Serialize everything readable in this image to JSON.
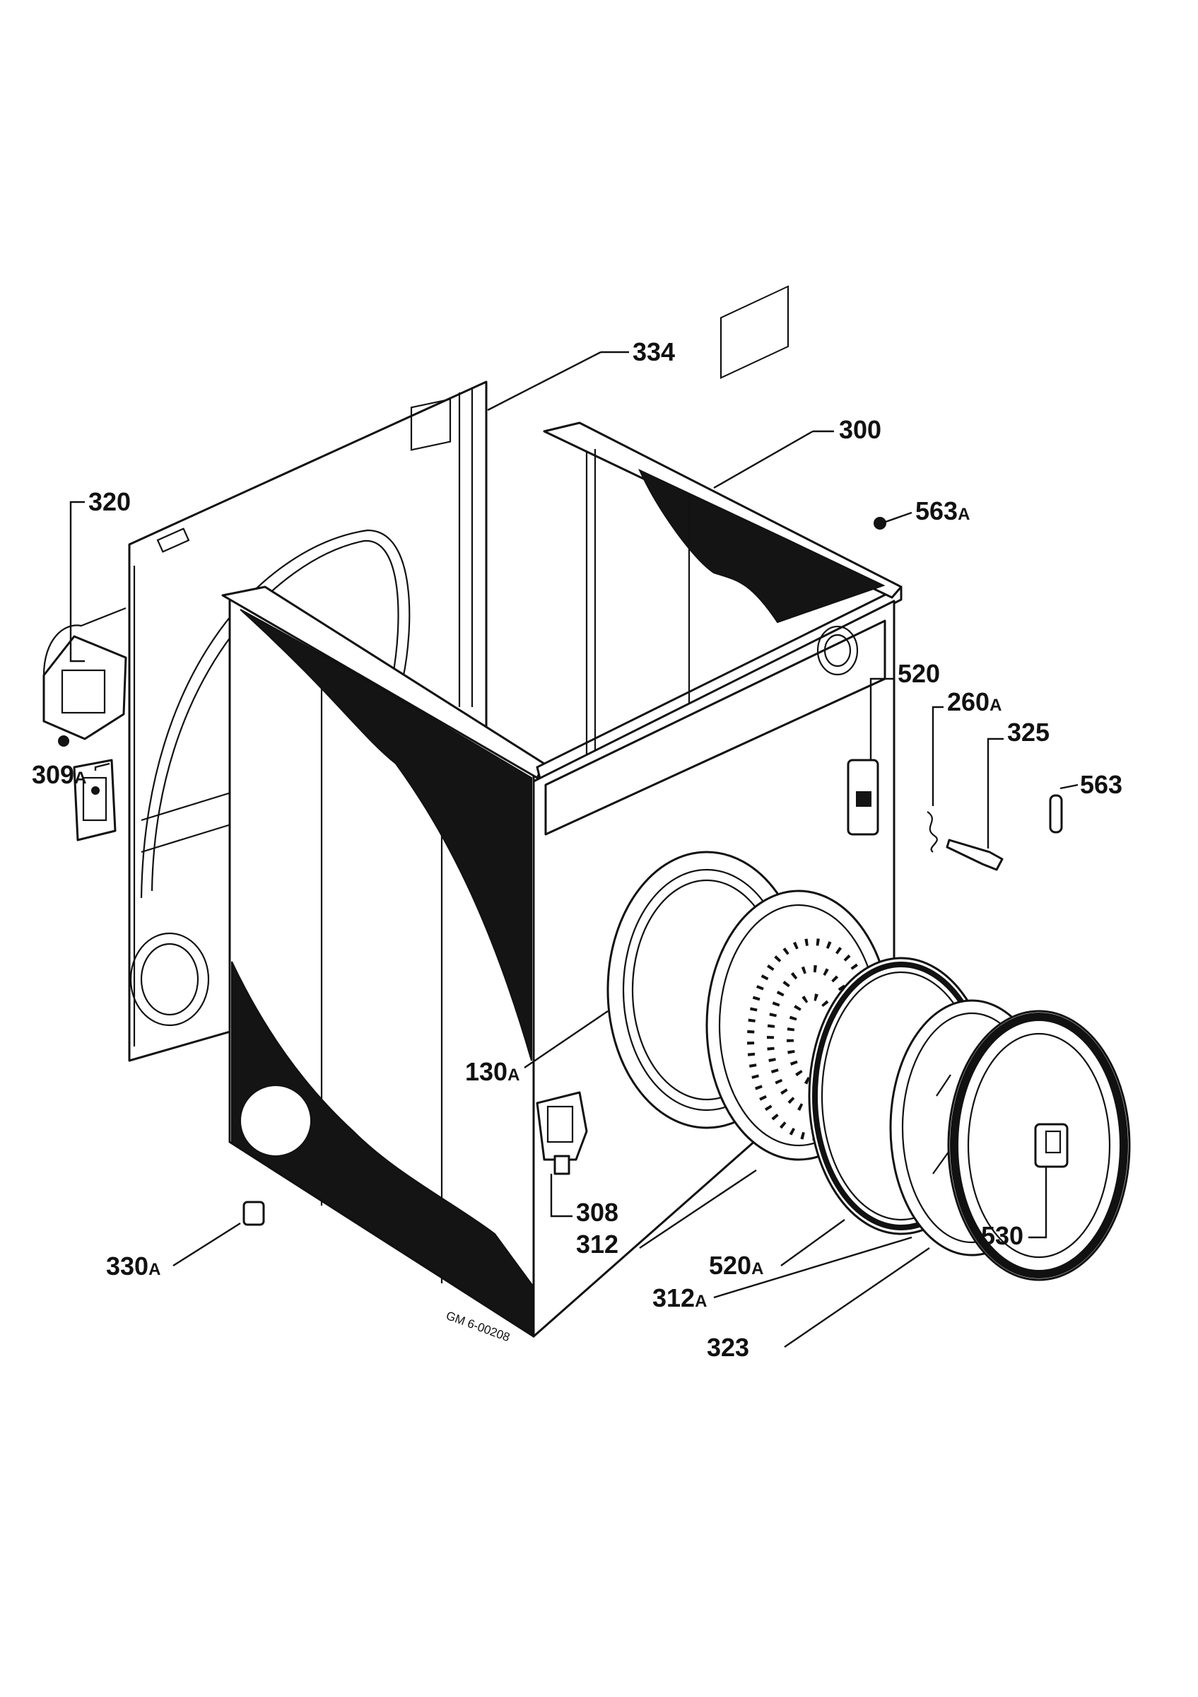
{
  "diagram": {
    "drawing_code": "GM 6-00208",
    "labels": [
      {
        "id": "334",
        "main": "334",
        "suffix": ""
      },
      {
        "id": "300",
        "main": "300",
        "suffix": ""
      },
      {
        "id": "320",
        "main": "320",
        "suffix": ""
      },
      {
        "id": "563A",
        "main": "563",
        "suffix": "A"
      },
      {
        "id": "520",
        "main": "520",
        "suffix": ""
      },
      {
        "id": "260A",
        "main": "260",
        "suffix": "A"
      },
      {
        "id": "325",
        "main": "325",
        "suffix": ""
      },
      {
        "id": "563",
        "main": "563",
        "suffix": ""
      },
      {
        "id": "309A",
        "main": "309",
        "suffix": "A"
      },
      {
        "id": "130A",
        "main": "130",
        "suffix": "A"
      },
      {
        "id": "308",
        "main": "308",
        "suffix": ""
      },
      {
        "id": "312",
        "main": "312",
        "suffix": ""
      },
      {
        "id": "530",
        "main": "530",
        "suffix": ""
      },
      {
        "id": "520A",
        "main": "520",
        "suffix": "A"
      },
      {
        "id": "312A",
        "main": "312",
        "suffix": "A"
      },
      {
        "id": "323",
        "main": "323",
        "suffix": ""
      },
      {
        "id": "330A",
        "main": "330",
        "suffix": "A"
      }
    ]
  }
}
